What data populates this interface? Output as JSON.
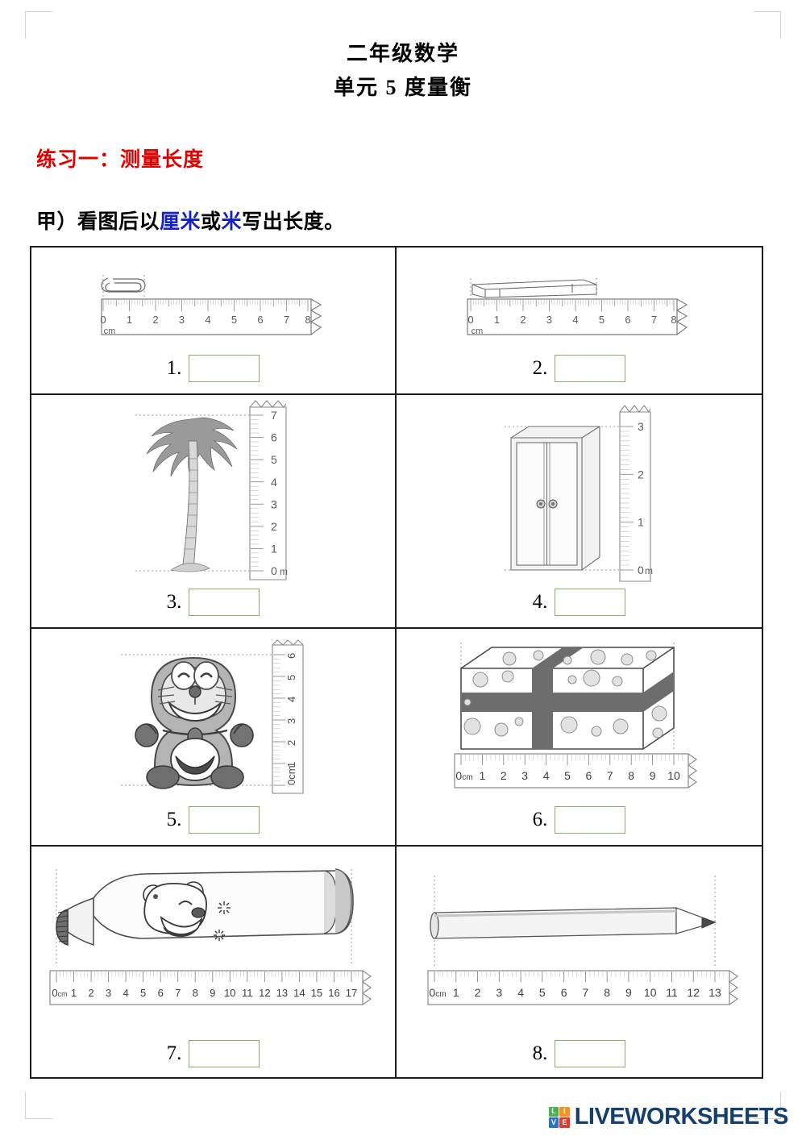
{
  "document": {
    "title_line1": "二年级数学",
    "title_line2": "单元 5  度量衡",
    "exercise_title": "练习一：测量长度",
    "instruction_prefix": "甲）看图后以",
    "instruction_unit_cm": "厘米",
    "instruction_middle": "或",
    "instruction_unit_m": "米",
    "instruction_suffix": "写出长度。"
  },
  "colors": {
    "exercise_title": "#e00000",
    "unit_highlight": "#1420c8",
    "answer_box_border": "#8aab6b",
    "table_border": "#1d1d1d",
    "logo_text": "#14406e"
  },
  "questions": [
    {
      "number": "1.",
      "object": "paper-clip",
      "ruler": "horizontal",
      "unit_label": "cm",
      "ticks": [
        "0",
        "1",
        "2",
        "3",
        "4",
        "5",
        "6",
        "7",
        "8"
      ],
      "measured_value": 2,
      "answer": ""
    },
    {
      "number": "2.",
      "object": "eraser",
      "ruler": "horizontal",
      "unit_label": "cm",
      "ticks": [
        "0",
        "1",
        "2",
        "3",
        "4",
        "5",
        "6",
        "7",
        "8"
      ],
      "measured_value": 5,
      "answer": ""
    },
    {
      "number": "3.",
      "object": "palm-tree",
      "ruler": "vertical",
      "unit_label": "m",
      "ticks": [
        "0",
        "1",
        "2",
        "3",
        "4",
        "5",
        "6",
        "7"
      ],
      "measured_value": 7,
      "answer": ""
    },
    {
      "number": "4.",
      "object": "wardrobe",
      "ruler": "vertical",
      "unit_label": "m",
      "ticks": [
        "0",
        "1",
        "2",
        "3"
      ],
      "measured_value": 3,
      "answer": ""
    },
    {
      "number": "5.",
      "object": "doraemon-toy",
      "ruler": "vertical-rotated",
      "unit_label": "0cm",
      "ticks": [
        "0cm",
        "1",
        "2",
        "3",
        "4",
        "5",
        "6"
      ],
      "measured_value": 6,
      "answer": ""
    },
    {
      "number": "6.",
      "object": "gift-box",
      "ruler": "horizontal",
      "unit_label": "0cm",
      "ticks": [
        "0cm",
        "1",
        "2",
        "3",
        "4",
        "5",
        "6",
        "7",
        "8",
        "9",
        "10"
      ],
      "measured_value": 10,
      "answer": ""
    },
    {
      "number": "7.",
      "object": "toothpaste-tube",
      "ruler": "horizontal",
      "unit_label": "0cm",
      "ticks": [
        "0cm",
        "1",
        "2",
        "3",
        "4",
        "5",
        "6",
        "7",
        "8",
        "9",
        "10",
        "11",
        "12",
        "13",
        "14",
        "15",
        "16",
        "17"
      ],
      "measured_value": 17,
      "answer": ""
    },
    {
      "number": "8.",
      "object": "pencil",
      "ruler": "horizontal",
      "unit_label": "0cm",
      "ticks": [
        "0cm",
        "1",
        "2",
        "3",
        "4",
        "5",
        "6",
        "7",
        "8",
        "9",
        "10",
        "11",
        "12",
        "13"
      ],
      "measured_value": 13,
      "answer": ""
    }
  ],
  "footer": {
    "logo_tiles": [
      "L",
      "I",
      "V",
      "E"
    ],
    "logo_word": "LIVEWORKSHEETS"
  }
}
